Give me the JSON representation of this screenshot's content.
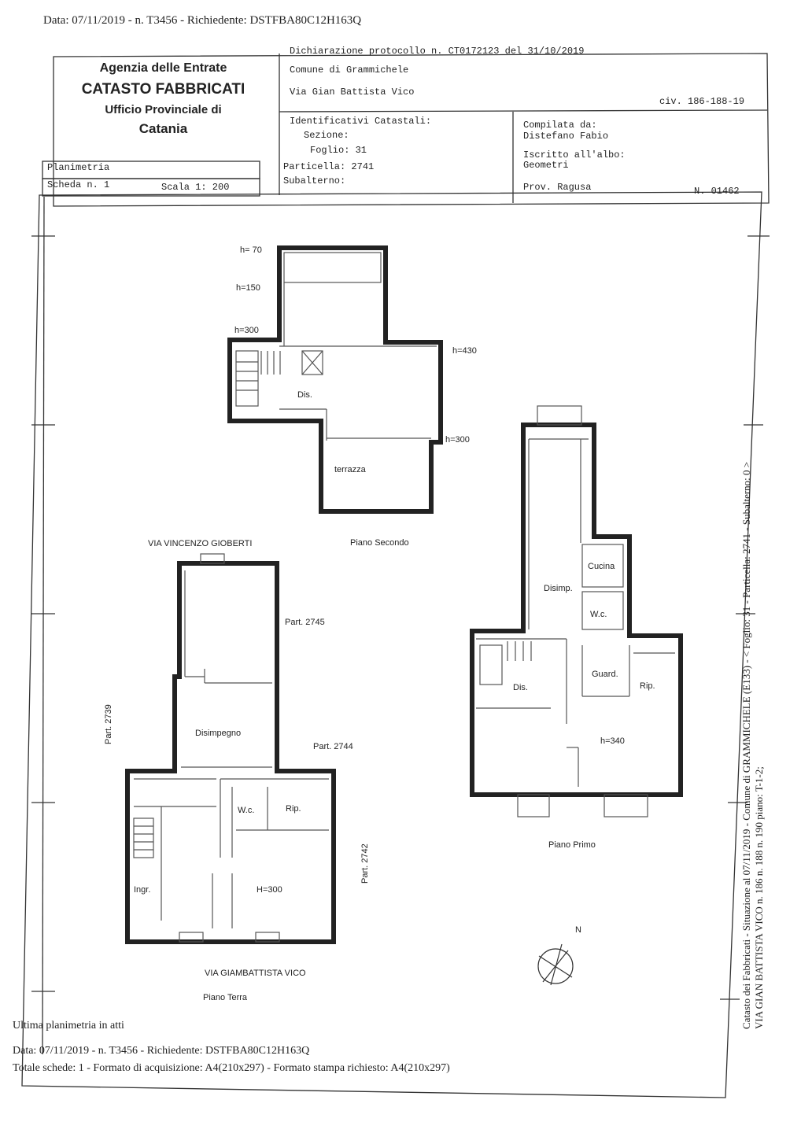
{
  "top_line": "Data: 07/11/2019 - n. T3456 - Richiedente: DSTFBA80C12H163Q",
  "agency": {
    "line1": "Agenzia delle Entrate",
    "line2": "CATASTO FABBRICATI",
    "line3": "Ufficio Provinciale di",
    "line4": "Catania"
  },
  "planimetria": "Planimetria",
  "scheda": "Scheda n. 1",
  "scala": "Scala 1: 200",
  "declaration": {
    "protocol": "Dichiarazione protocollo n. CT0172123 del 31/10/2019",
    "comune": "Comune di Grammichele",
    "via": "Via Gian Battista Vico",
    "civ": "civ. 186-188-19"
  },
  "identificativi": {
    "title": "Identificativi Catastali:",
    "sezione": "Sezione:",
    "foglio": "Foglio: 31",
    "particella": "Particella: 2741",
    "subalterno": "Subalterno:"
  },
  "compilata": {
    "label": "Compilata da:",
    "name": "Distefano Fabio",
    "albo_label": "Iscritto all'albo:",
    "albo": "Geometri",
    "prov": "Prov. Ragusa",
    "numero": "N. 01462"
  },
  "plan_labels": {
    "h70": "h= 70",
    "h150": "h=150",
    "h300a": "h=300",
    "h430": "h=430",
    "h300b": "h=300",
    "dis2": "Dis.",
    "terrazza": "terrazza",
    "piano_secondo": "Piano Secondo",
    "via_gioberti": "VIA VINCENZO GIOBERTI",
    "part2745": "Part. 2745",
    "part2744": "Part. 2744",
    "part2739": "Part. 2739",
    "part2742": "Part. 2742",
    "disimpegno": "Disimpegno",
    "wc_t": "W.c.",
    "rip_t": "Rip.",
    "ingr": "Ingr.",
    "H300": "H=300",
    "via_vico": "VIA GIAMBATTISTA VICO",
    "piano_terra": "Piano Terra",
    "cucina": "Cucina",
    "disimp": "Disimp.",
    "wc_p": "W.c.",
    "guard": "Guard.",
    "rip_p": "Rip.",
    "dis1": "Dis.",
    "h340": "h=340",
    "piano_primo": "Piano Primo",
    "north": "N"
  },
  "bottom": {
    "ultima": "Ultima planimetria in atti",
    "data": "Data: 07/11/2019 - n. T3456 - Richiedente: DSTFBA80C12H163Q",
    "totale": "Totale schede: 1 - Formato di acquisizione: A4(210x297) - Formato stampa richiesto: A4(210x297)"
  },
  "side_text": {
    "line1": "Catasto dei Fabbricati - Situazione al 07/11/2019 - Comune di GRAMMICHELE (E133) - < Foglio: 31 - Particella: 2741 - Subalterno: 0 >",
    "line2": "VIA GIAN BATTISTA VICO n. 186 n. 188 n. 190 piano: T-1-2;"
  }
}
